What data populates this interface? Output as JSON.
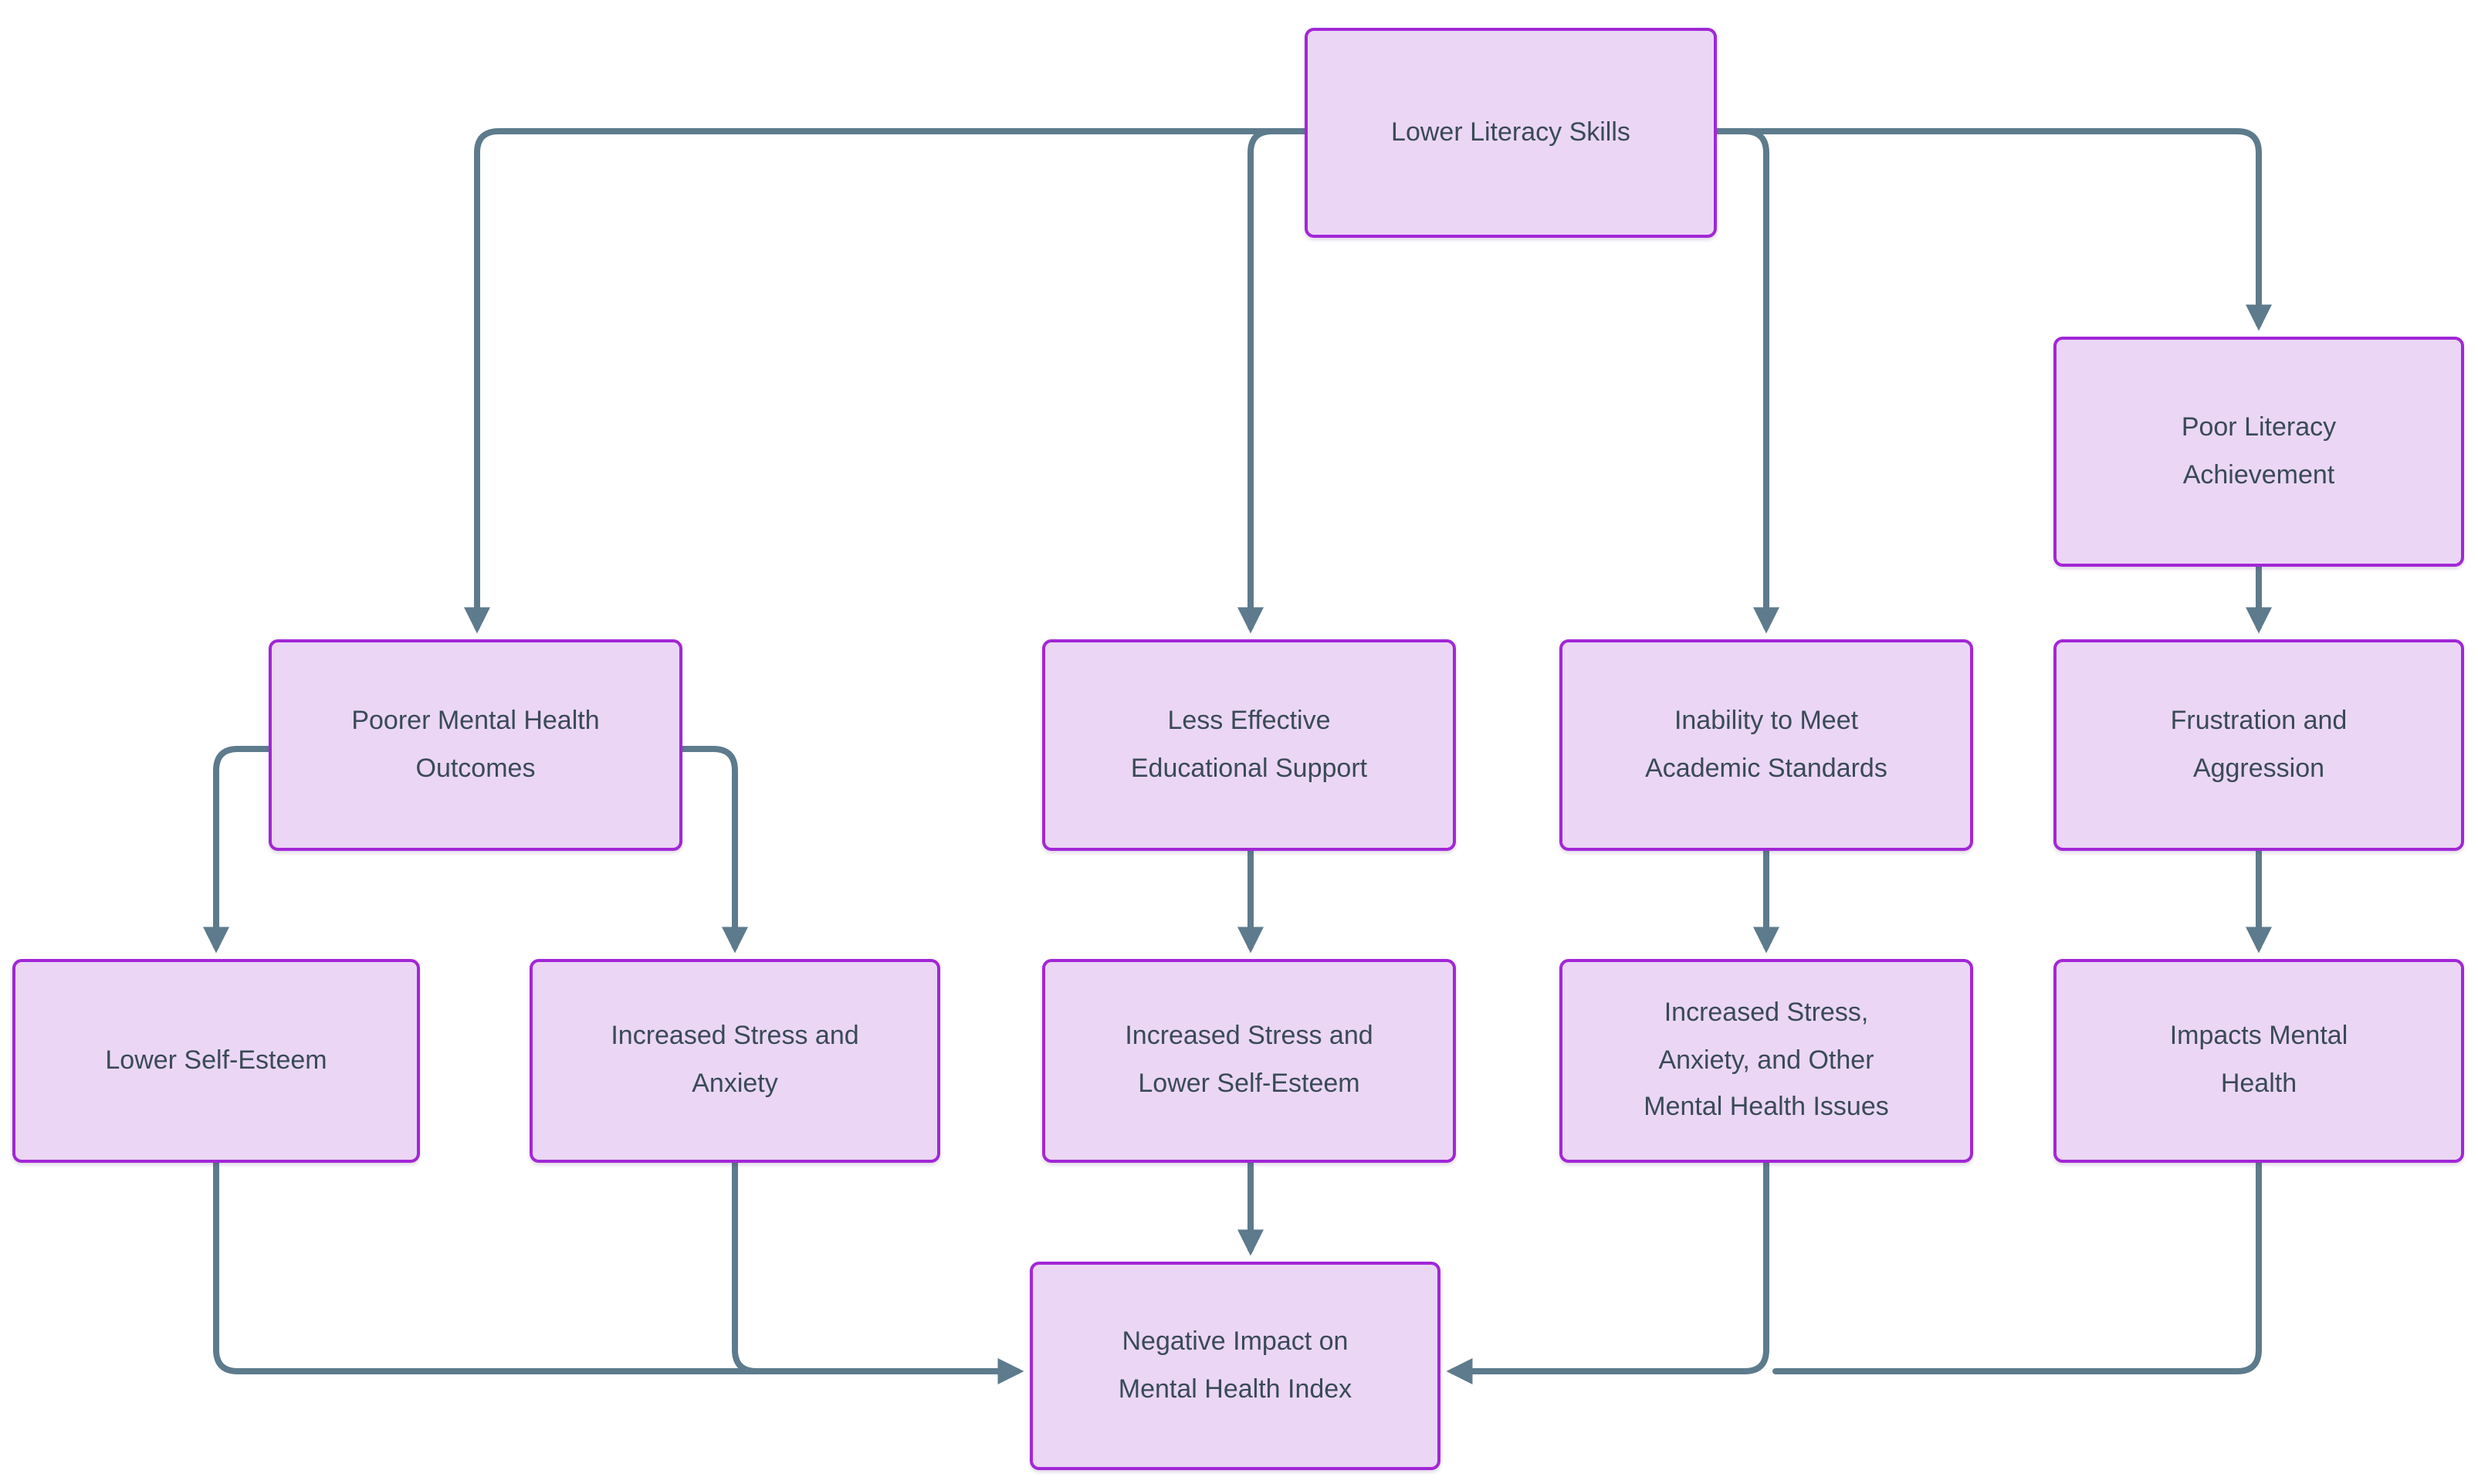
{
  "diagram": {
    "type": "flowchart",
    "background_color": "#ffffff",
    "node_fill_color": "#ebd6f6",
    "node_border_color": "#a227d6",
    "node_text_color": "#3a4a57",
    "edge_color": "#5d7b8c",
    "nodes": [
      {
        "id": "lower-literacy-skills",
        "label": "Lower Literacy Skills"
      },
      {
        "id": "poorer-mental-health-outcomes",
        "label": "Poorer Mental Health\nOutcomes"
      },
      {
        "id": "less-effective-educational-support",
        "label": "Less Effective\nEducational Support"
      },
      {
        "id": "inability-to-meet-academic-standards",
        "label": "Inability to Meet\nAcademic Standards"
      },
      {
        "id": "poor-literacy-achievement",
        "label": "Poor Literacy\nAchievement"
      },
      {
        "id": "frustration-and-aggression",
        "label": "Frustration and\nAggression"
      },
      {
        "id": "lower-self-esteem",
        "label": "Lower Self-Esteem"
      },
      {
        "id": "increased-stress-and-anxiety",
        "label": "Increased Stress and\nAnxiety"
      },
      {
        "id": "increased-stress-and-lower-self-esteem",
        "label": "Increased Stress and\nLower Self-Esteem"
      },
      {
        "id": "increased-stress-anxiety-and-other-mental-health-issues",
        "label": "Increased Stress,\nAnxiety, and Other\nMental Health Issues"
      },
      {
        "id": "impacts-mental-health",
        "label": "Impacts Mental\nHealth"
      },
      {
        "id": "negative-impact-on-mental-health-index",
        "label": "Negative Impact on\nMental Health Index"
      }
    ],
    "edges": [
      {
        "from": "lower-literacy-skills",
        "to": "poorer-mental-health-outcomes"
      },
      {
        "from": "lower-literacy-skills",
        "to": "less-effective-educational-support"
      },
      {
        "from": "lower-literacy-skills",
        "to": "inability-to-meet-academic-standards"
      },
      {
        "from": "lower-literacy-skills",
        "to": "poor-literacy-achievement"
      },
      {
        "from": "poorer-mental-health-outcomes",
        "to": "lower-self-esteem"
      },
      {
        "from": "poorer-mental-health-outcomes",
        "to": "increased-stress-and-anxiety"
      },
      {
        "from": "less-effective-educational-support",
        "to": "increased-stress-and-lower-self-esteem"
      },
      {
        "from": "inability-to-meet-academic-standards",
        "to": "increased-stress-anxiety-and-other-mental-health-issues"
      },
      {
        "from": "poor-literacy-achievement",
        "to": "frustration-and-aggression"
      },
      {
        "from": "frustration-and-aggression",
        "to": "impacts-mental-health"
      },
      {
        "from": "lower-self-esteem",
        "to": "negative-impact-on-mental-health-index"
      },
      {
        "from": "increased-stress-and-anxiety",
        "to": "negative-impact-on-mental-health-index"
      },
      {
        "from": "increased-stress-and-lower-self-esteem",
        "to": "negative-impact-on-mental-health-index"
      },
      {
        "from": "increased-stress-anxiety-and-other-mental-health-issues",
        "to": "negative-impact-on-mental-health-index"
      },
      {
        "from": "impacts-mental-health",
        "to": "negative-impact-on-mental-health-index"
      }
    ]
  }
}
